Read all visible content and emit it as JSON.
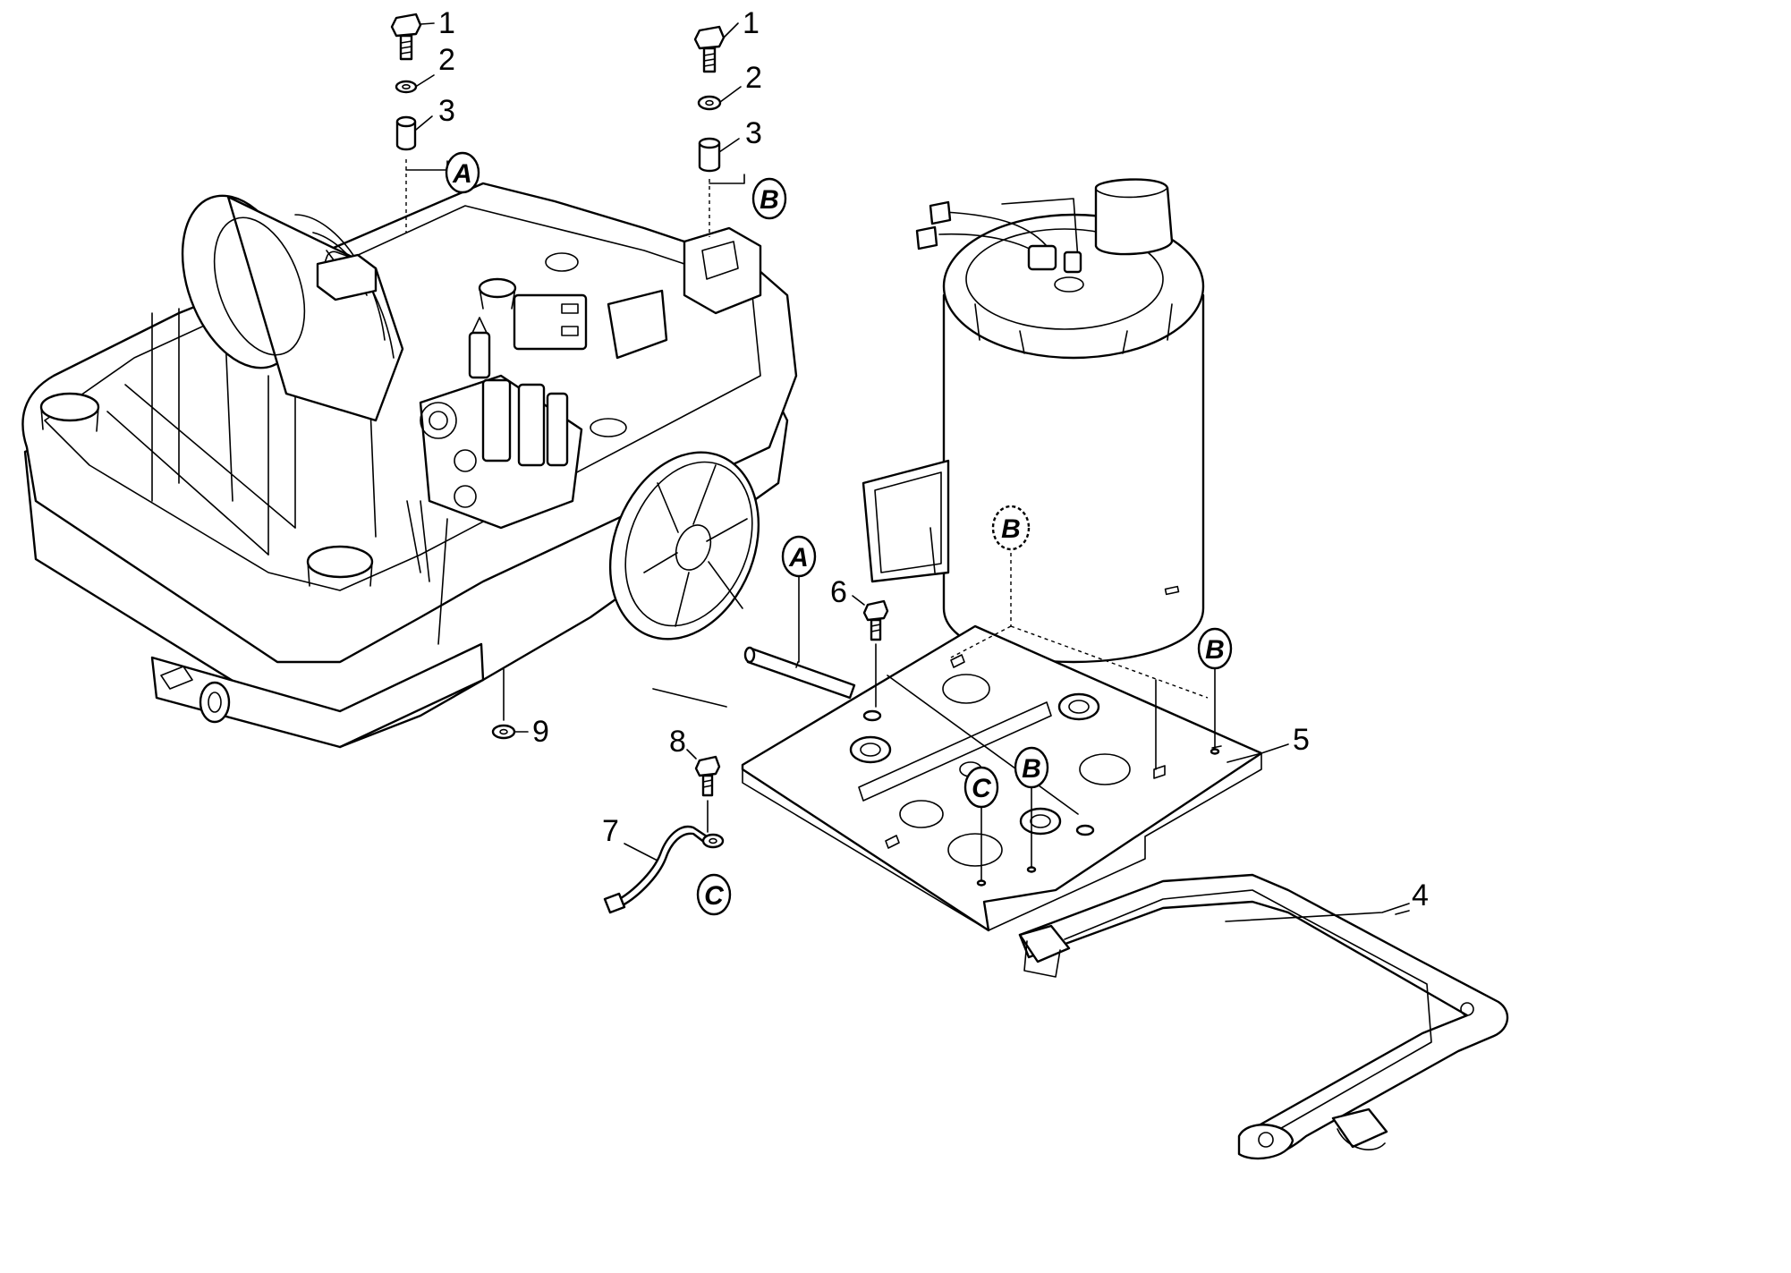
{
  "part_numbers": {
    "p1": "1",
    "p2": "2",
    "p3": "3",
    "p4": "4",
    "p5": "5",
    "p6": "6",
    "p7": "7",
    "p8": "8",
    "p9": "9"
  },
  "reference_marks": {
    "a": "A",
    "b": "B",
    "c": "C"
  },
  "colors": {
    "line": "#000000",
    "background": "#ffffff"
  }
}
